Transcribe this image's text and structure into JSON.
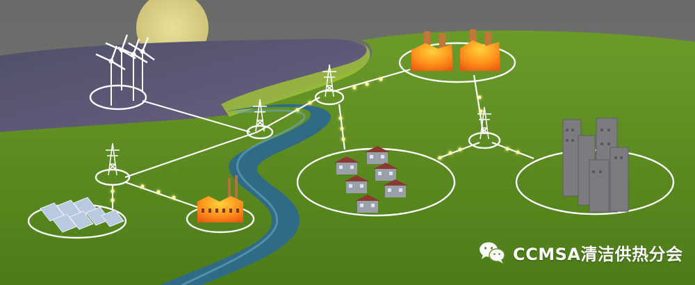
{
  "watermark": {
    "text": "CCMSA清洁供热分会",
    "icon": "wechat-icon"
  },
  "nodes": [
    "wind-farm",
    "solar-farm",
    "factory",
    "power-plant",
    "houses",
    "city",
    "pylon-1",
    "pylon-2",
    "pylon-3",
    "pylon-4"
  ],
  "colors": {
    "sky": "#6f6f6f",
    "sun": "#e2d78a",
    "water": "#5f5a78",
    "grass": "#5f8f22",
    "river": "#2f6b86",
    "line": "#ffffff",
    "glow": "#fff7a0",
    "fire": "#ff8a1a",
    "building": "#7b7b80"
  }
}
